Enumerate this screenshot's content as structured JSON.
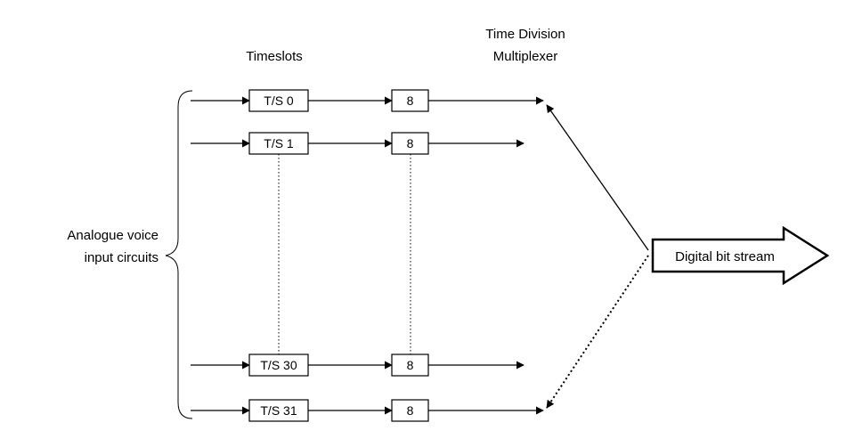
{
  "labels": {
    "timeslots_heading": "Timeslots",
    "tdm_heading_line1": "Time Division",
    "tdm_heading_line2": "Multiplexer",
    "input_label_line1": "Analogue voice",
    "input_label_line2": "input circuits",
    "output_label": "Digital bit stream"
  },
  "rows": [
    {
      "timeslot": "T/S 0",
      "bits": "8",
      "joined_to_mux": true
    },
    {
      "timeslot": "T/S 1",
      "bits": "8",
      "joined_to_mux": false
    },
    {
      "timeslot": "T/S 30",
      "bits": "8",
      "joined_to_mux": false
    },
    {
      "timeslot": "T/S 31",
      "bits": "8",
      "joined_to_mux": true
    }
  ],
  "colors": {
    "line": "#000000",
    "background": "#ffffff"
  }
}
